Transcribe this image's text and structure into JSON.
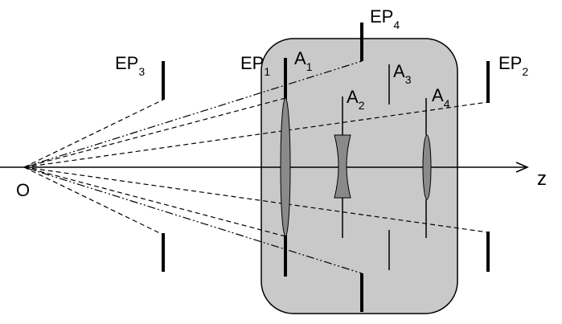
{
  "labels": {
    "origin": "O",
    "axis": "z",
    "ep1": {
      "main": "EP",
      "sub": "1"
    },
    "ep2": {
      "main": "EP",
      "sub": "2"
    },
    "ep3": {
      "main": "EP",
      "sub": "3"
    },
    "ep4": {
      "main": "EP",
      "sub": "4"
    },
    "a1": {
      "main": "A",
      "sub": "1"
    },
    "a2": {
      "main": "A",
      "sub": "2"
    },
    "a3": {
      "main": "A",
      "sub": "3"
    },
    "a4": {
      "main": "A",
      "sub": "4"
    }
  },
  "colors": {
    "lens_system_fill": "#c9c9c9",
    "lens_fill": "#8a8a8a",
    "ink": "#000000"
  }
}
